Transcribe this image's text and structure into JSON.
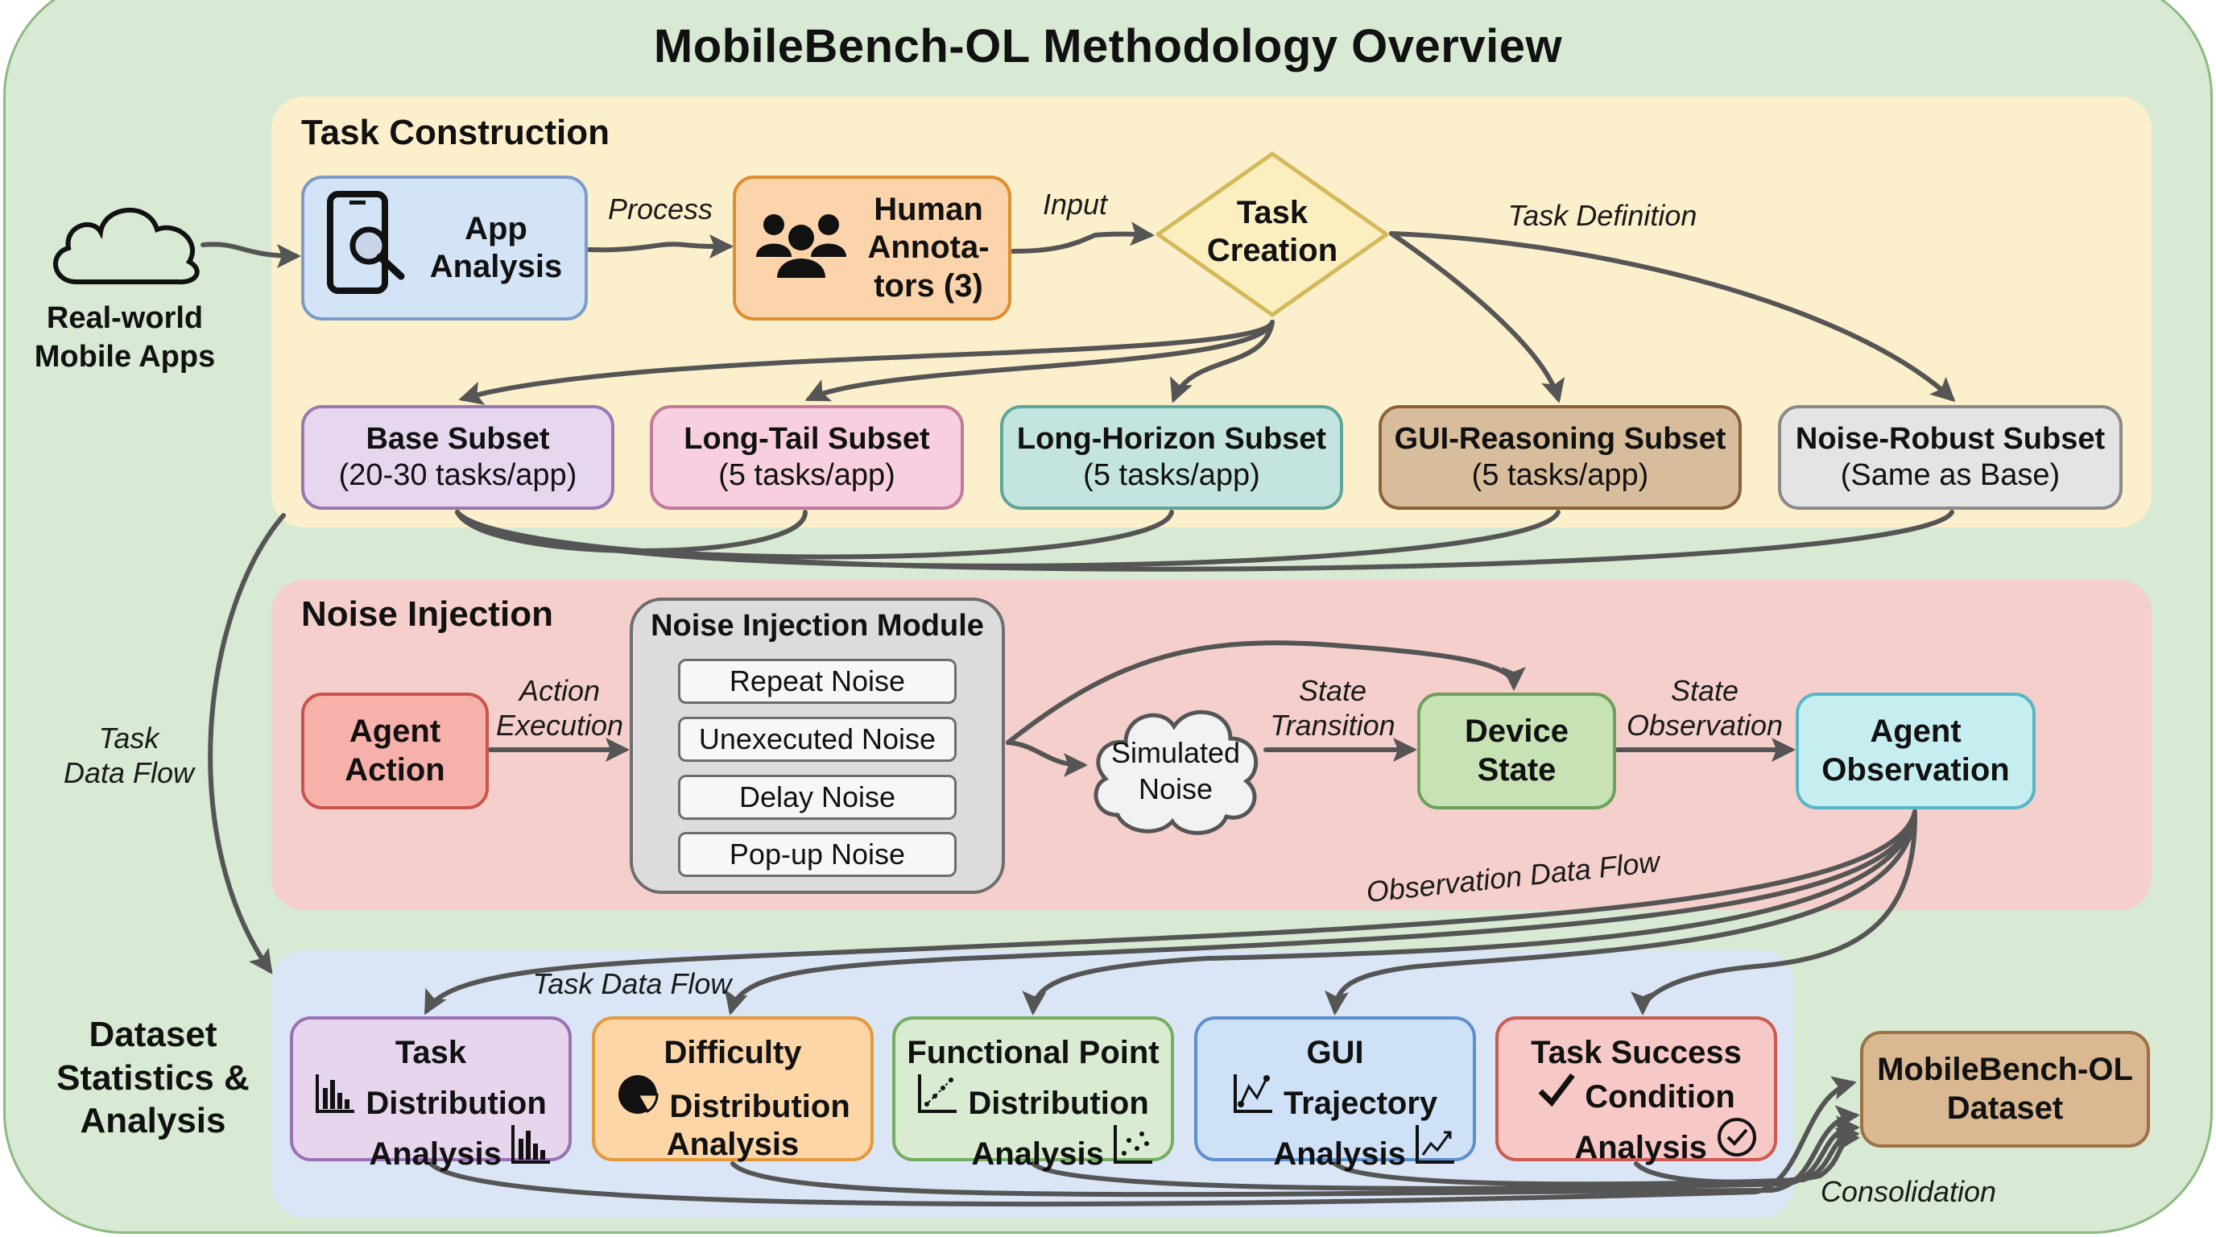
{
  "title": "MobileBench-OL Methodology Overview",
  "source": {
    "label": "Real-world Mobile Apps",
    "icon": "cloud-icon"
  },
  "task_construction": {
    "title": "Task Construction",
    "app_analysis": {
      "label_line1": "App",
      "label_line2": "Analysis",
      "icon": "phone-search-icon"
    },
    "annotators": {
      "line1": "Human",
      "line2": "Annota-",
      "line3": "tors (3)",
      "icon": "people-icon"
    },
    "task_creation": {
      "line1": "Task",
      "line2": "Creation"
    },
    "edge_labels": {
      "process": "Process",
      "input": "Input",
      "task_definition": "Task Definition"
    },
    "subsets": [
      {
        "name": "Base Subset",
        "detail": "(20-30 tasks/app)",
        "fill": "#e6d6ee",
        "border": "#9a78b0"
      },
      {
        "name": "Long-Tail Subset",
        "detail": "(5 tasks/app)",
        "fill": "#f8cfe0",
        "border": "#c27b9c"
      },
      {
        "name": "Long-Horizon Subset",
        "detail": "(5 tasks/app)",
        "fill": "#c4e5df",
        "border": "#5ea59a"
      },
      {
        "name": "GUI-Reasoning Subset",
        "detail": "(5 tasks/app)",
        "fill": "#d8bd9c",
        "border": "#8a6438"
      },
      {
        "name": "Noise-Robust Subset",
        "detail": "(Same as Base)",
        "fill": "#e4e4e4",
        "border": "#8a8a8a"
      }
    ]
  },
  "left_flow_label": {
    "line1": "Task",
    "line2": "Data Flow"
  },
  "noise_injection": {
    "title": "Noise Injection",
    "agent_action": {
      "line1": "Agent",
      "line2": "Action"
    },
    "action_label": {
      "line1": "Action",
      "line2": "Execution"
    },
    "module": {
      "title": "Noise Injection Module",
      "items": [
        "Repeat Noise",
        "Unexecuted Noise",
        "Delay Noise",
        "Pop-up Noise"
      ]
    },
    "simulated_noise": {
      "line1": "Simulated",
      "line2": "Noise"
    },
    "state_transition": {
      "line1": "State",
      "line2": "Transition"
    },
    "device_state": {
      "line1": "Device",
      "line2": "State"
    },
    "state_observation": {
      "line1": "State",
      "line2": "Observation"
    },
    "agent_observation": {
      "line1": "Agent",
      "line2": "Observation"
    },
    "obs_flow_label": "Observation Data Flow"
  },
  "dataset_stats": {
    "title": {
      "line1": "Dataset",
      "line2": "Statistics &",
      "line3": "Analysis"
    },
    "task_flow_label": "Task Data Flow",
    "analyses": [
      {
        "line1": "Task",
        "line2": "Distribution",
        "line3": "Analysis",
        "icon_left": "bar-chart-icon",
        "icon_right": "bar-chart-icon",
        "fill": "#e6d5ec",
        "border": "#9a72b4"
      },
      {
        "line1": "Difficulty",
        "line2": "Distribution",
        "line3": "Analysis",
        "icon_left": "pie-chart-icon",
        "icon_right": "",
        "fill": "#fdd6a8",
        "border": "#e39a3c"
      },
      {
        "line1": "Functional Point",
        "line2": "Distribution",
        "line3": "Analysis",
        "icon_left": "scatter-trend-icon",
        "icon_right": "scatter-plot-icon",
        "fill": "#d9ecd1",
        "border": "#75ae62"
      },
      {
        "line1": "GUI",
        "line2": "Trajectory",
        "line3": "Analysis",
        "icon_left": "line-chart-icon",
        "icon_right": "trend-up-icon",
        "fill": "#cfe1f7",
        "border": "#5d8fcf"
      },
      {
        "line1": "Task Success",
        "line2": "Condition",
        "line3": "Analysis",
        "icon_left": "checkmark-icon",
        "icon_right": "check-circle-icon",
        "fill": "#f7c9c6",
        "border": "#cc5a55"
      }
    ],
    "final": {
      "line1": "MobileBench-OL",
      "line2": "Dataset"
    },
    "consolidation_label": "Consolidation"
  },
  "colors": {
    "outer_bg": "#d8e9d4",
    "task_panel": "#fcefcb",
    "noise_panel": "#f5cfcb",
    "data_panel": "#dae5f5",
    "arrow": "#555555"
  }
}
